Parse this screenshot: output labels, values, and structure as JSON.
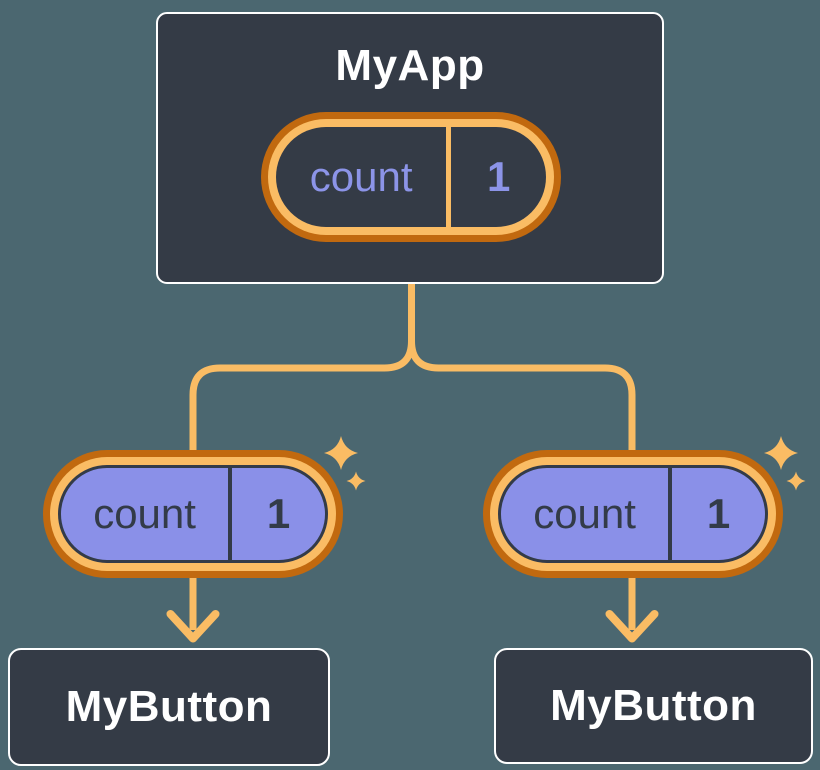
{
  "palette": {
    "background": "#4B6770",
    "node_fill": "#343B46",
    "node_border": "#FFFFFF",
    "accent_light": "#FABC64",
    "accent_dark": "#C1690F",
    "pill_fill": "#8A90E8",
    "pill_text_dark": "#333B48",
    "state_text": "#8C94E8"
  },
  "root_node": {
    "label": "MyApp",
    "state_pill": {
      "name": "count",
      "value": "1"
    }
  },
  "child_pills": [
    {
      "name": "count",
      "value": "1"
    },
    {
      "name": "count",
      "value": "1"
    }
  ],
  "leaf_nodes": [
    {
      "label": "MyButton"
    },
    {
      "label": "MyButton"
    }
  ]
}
